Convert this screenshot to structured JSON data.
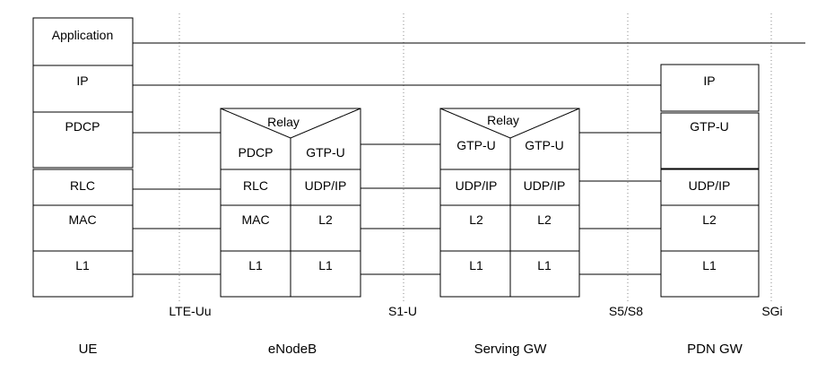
{
  "nodes": {
    "ue": {
      "label": "UE",
      "layers": {
        "application": "Application",
        "ip": "IP",
        "pdcp": "PDCP",
        "rlc": "RLC",
        "mac": "MAC",
        "l1": "L1"
      }
    },
    "enodeb": {
      "label": "eNodeB",
      "relay": "Relay",
      "left": {
        "pdcp": "PDCP",
        "rlc": "RLC",
        "mac": "MAC",
        "l1": "L1"
      },
      "right": {
        "gtpu": "GTP-U",
        "udpip": "UDP/IP",
        "l2": "L2",
        "l1": "L1"
      }
    },
    "serving_gw": {
      "label": "Serving GW",
      "relay": "Relay",
      "left": {
        "gtpu": "GTP-U",
        "udpip": "UDP/IP",
        "l2": "L2",
        "l1": "L1"
      },
      "right": {
        "gtpu": "GTP-U",
        "udpip": "UDP/IP",
        "l2": "L2",
        "l1": "L1"
      }
    },
    "pdn_gw": {
      "label": "PDN GW",
      "layers": {
        "ip": "IP",
        "gtpu": "GTP-U",
        "udpip": "UDP/IP",
        "l2": "L2",
        "l1": "L1"
      }
    }
  },
  "interfaces": {
    "lte_uu": "LTE-Uu",
    "s1_u": "S1-U",
    "s5_s8": "S5/S8",
    "sgi": "SGi"
  },
  "colors": {
    "stroke": "#000000",
    "interface_line": "#888888",
    "background": "#ffffff"
  }
}
